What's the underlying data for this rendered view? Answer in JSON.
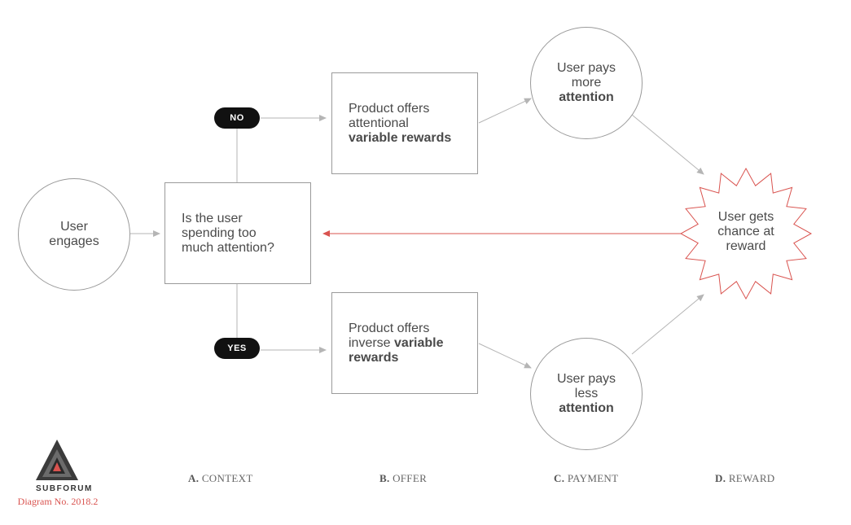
{
  "nodes": {
    "user_engages": {
      "lines": [
        "User",
        "engages"
      ]
    },
    "question": {
      "lines": [
        "Is the user",
        "spending too",
        "much attention?"
      ]
    },
    "offer_no": {
      "lines": [
        "Product offers",
        "attentional"
      ],
      "bold": "variable rewards"
    },
    "offer_yes": {
      "line1": "Product offers",
      "line2_plain": "inverse ",
      "line2_bold": "variable",
      "line3_bold": "rewards"
    },
    "pays_more": {
      "lines": [
        "User pays",
        "more"
      ],
      "bold": "attention"
    },
    "pays_less": {
      "lines": [
        "User pays",
        "less"
      ],
      "bold": "attention"
    },
    "reward": {
      "lines": [
        "User gets",
        "chance at",
        "reward"
      ]
    }
  },
  "badges": {
    "no": "NO",
    "yes": "YES"
  },
  "stages": [
    {
      "letter": "A.",
      "name": "CONTEXT"
    },
    {
      "letter": "B.",
      "name": "OFFER"
    },
    {
      "letter": "C.",
      "name": "PAYMENT"
    },
    {
      "letter": "D.",
      "name": "REWARD"
    }
  ],
  "brand": {
    "name": "SUBFORUM",
    "subtitle": "Diagram No. 2018.2"
  },
  "colors": {
    "line": "#b5b5b5",
    "accent": "#d9534f",
    "pill": "#111111",
    "text": "#4a4a4a"
  }
}
